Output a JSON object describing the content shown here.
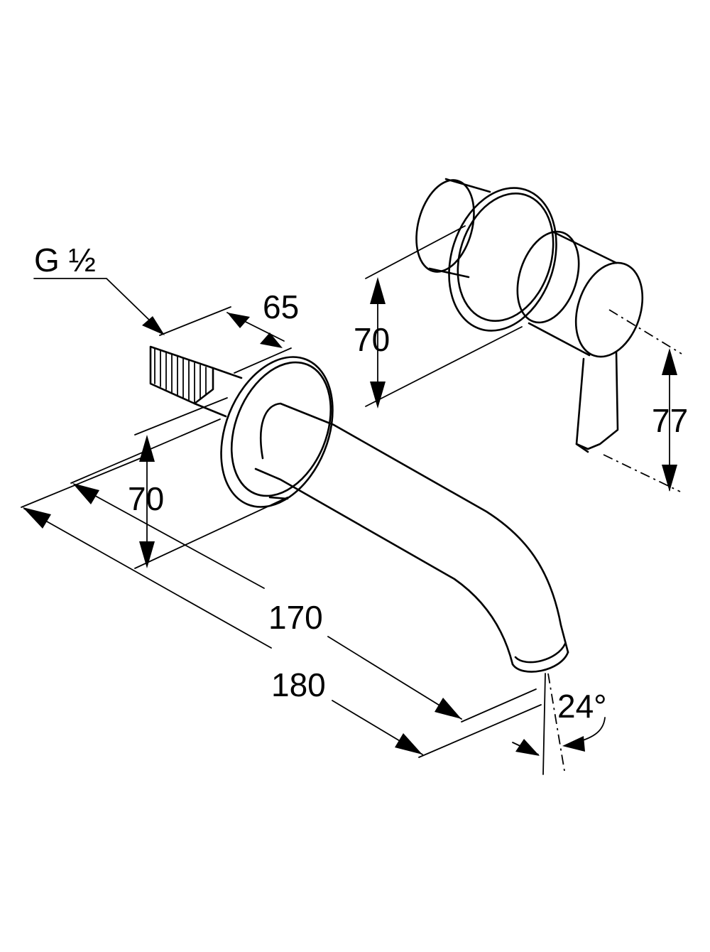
{
  "labels": {
    "thread": "G ½",
    "thread_depth": "65",
    "spout_rosette": "70",
    "spout_170": "170",
    "spout_180": "180",
    "spout_angle": "24°",
    "mixer_rosette": "70",
    "lever_77": "77"
  },
  "colors": {
    "stroke": "#000000",
    "background": "#ffffff"
  }
}
